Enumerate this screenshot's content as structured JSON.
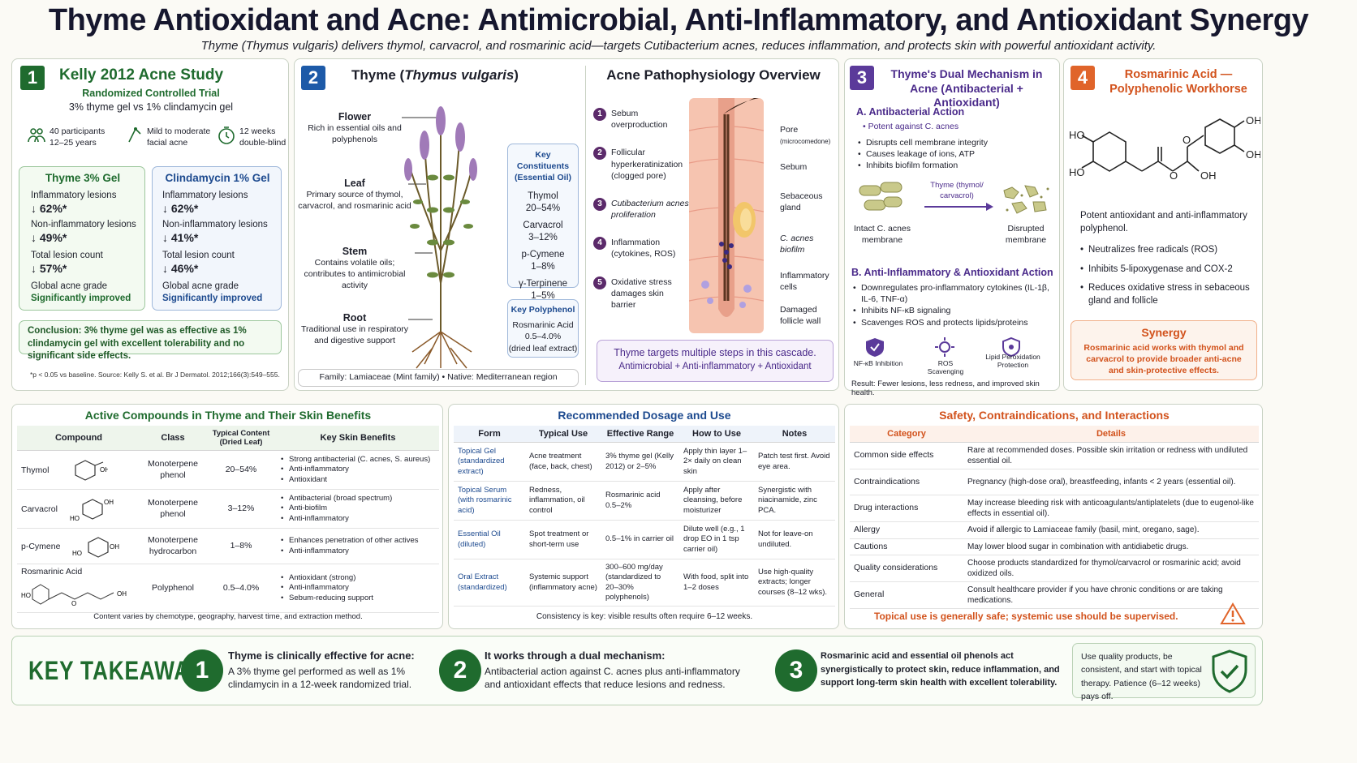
{
  "header": {
    "title": "Thyme Antioxidant and Acne: Antimicrobial, Anti-Inflammatory, and Antioxidant Synergy",
    "subtitle": "Thyme (Thymus vulgaris) delivers thymol, carvacrol, and rosmarinic acid—targets Cutibacterium acnes, reduces inflammation, and protects skin with powerful antioxidant activity."
  },
  "study": {
    "num": "1",
    "title": "Kelly 2012 Acne Study",
    "design": "Randomized Controlled Trial",
    "comparison": "3% thyme gel vs 1% clindamycin gel",
    "stats": [
      "40 participants\n12–25 years",
      "Mild to moderate\nfacial acne",
      "12 weeks\ndouble-blind"
    ],
    "thyme": {
      "title": "Thyme 3% Gel",
      "rows": [
        {
          "label": "Inflammatory lesions",
          "value": "↓ 62%*"
        },
        {
          "label": "Non-inflammatory lesions",
          "value": "↓ 49%*"
        },
        {
          "label": "Total lesion count",
          "value": "↓ 57%*"
        }
      ],
      "grade_label": "Global acne grade",
      "grade_value": "Significantly improved"
    },
    "clinda": {
      "title": "Clindamycin 1% Gel",
      "rows": [
        {
          "label": "Inflammatory lesions",
          "value": "↓ 62%*"
        },
        {
          "label": "Non-inflammatory lesions",
          "value": "↓ 41%*"
        },
        {
          "label": "Total lesion count",
          "value": "↓ 46%*"
        }
      ],
      "grade_label": "Global acne grade",
      "grade_value": "Significantly improved"
    },
    "conclusion": "Conclusion: 3% thyme gel was as effective as 1% clindamycin gel with excellent tolerability and no significant side effects.",
    "footnote": "*p < 0.05 vs baseline.   Source: Kelly S. et al.  Br J Dermatol. 2012;166(3):549–555."
  },
  "plant": {
    "num": "2",
    "title_a": "Thyme (",
    "title_b": "Thymus vulgaris",
    "title_c": ")",
    "parts": [
      {
        "name": "Flower",
        "desc": "Rich in essential oils and polyphenols"
      },
      {
        "name": "Leaf",
        "desc": "Primary source of thymol, carvacrol, and rosmarinic acid"
      },
      {
        "name": "Stem",
        "desc": "Contains volatile oils; contributes to antimicrobial activity"
      },
      {
        "name": "Root",
        "desc": "Traditional use in respiratory and digestive support"
      }
    ],
    "constituents_title": "Key Constituents (Essential Oil)",
    "constituents": [
      {
        "name": "Thymol",
        "range": "20–54%"
      },
      {
        "name": "Carvacrol",
        "range": "3–12%"
      },
      {
        "name": "p-Cymene",
        "range": "1–8%"
      },
      {
        "name": "γ-Terpinene",
        "range": "1–5%"
      }
    ],
    "polyphenol_title": "Key Polyphenol",
    "polyphenol_name": "Rosmarinic Acid",
    "polyphenol_range": "0.5–4.0%",
    "polyphenol_note": "(dried leaf extract)",
    "family": "Family: Lamiaceae (Mint family)  •  Native: Mediterranean region"
  },
  "patho": {
    "title": "Acne Pathophysiology Overview",
    "steps": [
      {
        "n": "1",
        "text": "Sebum overproduction"
      },
      {
        "n": "2",
        "text": "Follicular hyperkeratinization (clogged pore)"
      },
      {
        "n": "3",
        "text": "Cutibacterium acnes proliferation"
      },
      {
        "n": "4",
        "text": "Inflammation (cytokines, ROS)"
      },
      {
        "n": "5",
        "text": "Oxidative stress damages skin barrier"
      }
    ],
    "labels": [
      {
        "t": "Pore",
        "s": "(microcomedone)"
      },
      {
        "t": "Sebum",
        "s": ""
      },
      {
        "t": "Sebaceous gland",
        "s": ""
      },
      {
        "t": "C. acnes biofilm",
        "s": ""
      },
      {
        "t": "Inflammatory cells",
        "s": ""
      },
      {
        "t": "Damaged follicle wall",
        "s": ""
      }
    ],
    "cascade_1": "Thyme targets multiple steps in this cascade.",
    "cascade_2": "Antimicrobial + Anti-inflammatory + Antioxidant"
  },
  "mechanism": {
    "num": "3",
    "title": "Thyme's Dual Mechanism in Acne (Antibacterial + Antioxidant)",
    "a_title": "A. Antibacterial Action",
    "a_sub": "• Potent against C. acnes",
    "a_items": [
      "Disrupts cell membrane integrity",
      "Causes leakage of ions, ATP",
      "Inhibits biofilm formation"
    ],
    "arrow_label": "Thyme (thymol/ carvacrol)",
    "intact": "Intact C. acnes membrane",
    "disrupted": "Disrupted membrane",
    "b_title": "B. Anti-Inflammatory & Antioxidant Action",
    "b_items": [
      "Downregulates pro-inflammatory cytokines (IL-1β, IL-6, TNF-α)",
      "Inhibits NF-κB signaling",
      "Scavenges ROS and protects lipids/proteins"
    ],
    "icons": [
      "NF-κB Inhibition",
      "ROS Scavenging",
      "Lipid Peroxidation Protection"
    ],
    "result": "Result: Fewer lesions, less redness, and improved skin health."
  },
  "rosmarinic": {
    "num": "4",
    "title": "Rosmarinic Acid — Polyphenolic Workhorse",
    "desc": "Potent antioxidant and anti-inflammatory polyphenol.",
    "items": [
      "Neutralizes free radicals (ROS)",
      "Inhibits 5-lipoxygenase and COX-2",
      "Reduces oxidative stress in sebaceous gland and follicle"
    ],
    "synergy_title": "Synergy",
    "synergy_text": "Rosmarinic acid works with thymol and carvacrol to provide broader anti-acne and skin-protective effects."
  },
  "compounds": {
    "title": "Active Compounds in Thyme and Their Skin Benefits",
    "headers": [
      "Compound",
      "Class",
      "Typical Content (Dried Leaf)",
      "Key Skin Benefits"
    ],
    "rows": [
      {
        "name": "Thymol",
        "cls": "Monoterpene phenol",
        "content": "20–54%",
        "benefits": [
          "Strong antibacterial (C. acnes, S. aureus)",
          "Anti-inflammatory",
          "Antioxidant"
        ]
      },
      {
        "name": "Carvacrol",
        "cls": "Monoterpene phenol",
        "content": "3–12%",
        "benefits": [
          "Antibacterial (broad spectrum)",
          "Anti-biofilm",
          "Anti-inflammatory"
        ]
      },
      {
        "name": "p-Cymene",
        "cls": "Monoterpene hydrocarbon",
        "content": "1–8%",
        "benefits": [
          "Enhances penetration of other actives",
          "Anti-inflammatory"
        ]
      },
      {
        "name": "Rosmarinic Acid",
        "cls": "Polyphenol",
        "content": "0.5–4.0%",
        "benefits": [
          "Antioxidant (strong)",
          "Anti-inflammatory",
          "Sebum-reducing support"
        ]
      }
    ],
    "footnote": "Content varies by chemotype, geography, harvest time, and extraction method."
  },
  "dosage": {
    "title": "Recommended Dosage and Use",
    "headers": [
      "Form",
      "Typical Use",
      "Effective Range",
      "How to Use",
      "Notes"
    ],
    "rows": [
      [
        "Topical Gel (standardized extract)",
        "Acne treatment (face, back, chest)",
        "3% thyme gel (Kelly 2012) or 2–5%",
        "Apply thin layer 1–2× daily on clean skin",
        "Patch test first. Avoid eye area."
      ],
      [
        "Topical Serum (with rosmarinic acid)",
        "Redness, inflammation, oil control",
        "Rosmarinic acid 0.5–2%",
        "Apply after cleansing, before moisturizer",
        "Synergistic with niacinamide, zinc PCA."
      ],
      [
        "Essential Oil (diluted)",
        "Spot treatment or short-term use",
        "0.5–1% in carrier oil",
        "Dilute well (e.g., 1 drop EO in 1 tsp carrier oil)",
        "Not for leave-on undiluted."
      ],
      [
        "Oral Extract (standardized)",
        "Systemic support (inflammatory acne)",
        "300–600 mg/day (standardized to 20–30% polyphenols)",
        "With food, split into 1–2 doses",
        "Use high-quality extracts; longer courses (8–12 wks)."
      ]
    ],
    "footnote": "Consistency is key: visible results often require 6–12 weeks."
  },
  "safety": {
    "title": "Safety, Contraindications, and Interactions",
    "headers": [
      "Category",
      "Details"
    ],
    "rows": [
      [
        "Common side effects",
        "Rare at recommended doses. Possible skin irritation or redness with undiluted essential oil."
      ],
      [
        "Contraindications",
        "Pregnancy (high-dose oral), breastfeeding, infants < 2 years (essential oil)."
      ],
      [
        "Drug interactions",
        "May increase bleeding risk with anticoagulants/antiplatelets (due to eugenol-like effects in essential oil)."
      ],
      [
        "Allergy",
        "Avoid if allergic to Lamiaceae family (basil, mint, oregano, sage)."
      ],
      [
        "Cautions",
        "May lower blood sugar in combination with antidiabetic drugs."
      ],
      [
        "Quality considerations",
        "Choose products standardized for thymol/carvacrol or rosmarinic acid; avoid oxidized oils."
      ],
      [
        "General",
        "Consult healthcare provider if you have chronic conditions or are taking medications."
      ]
    ],
    "footnote": "Topical use is generally safe; systemic use should be supervised."
  },
  "takeaways": {
    "title": "KEY TAKEAWAYS",
    "items": [
      {
        "n": "1",
        "head": "Thyme is clinically effective for acne:",
        "body": "A 3% thyme gel performed as well as 1% clindamycin in a 12-week randomized trial."
      },
      {
        "n": "2",
        "head": "It works through a dual mechanism:",
        "body": "Antibacterial action against C. acnes plus anti-inflammatory and antioxidant effects that reduce lesions and redness."
      },
      {
        "n": "3",
        "head": "",
        "body": "Rosmarinic acid and essential oil phenols act synergistically to protect skin, reduce inflammation, and support long-term skin health with excellent tolerability."
      }
    ],
    "final": "Use quality products, be consistent, and start with topical therapy. Patience (6–12 weeks) pays off."
  },
  "colors": {
    "green": "#1f6b2e",
    "blue": "#1d5aa8",
    "purple": "#5b3a9a",
    "orange": "#e0642a"
  }
}
